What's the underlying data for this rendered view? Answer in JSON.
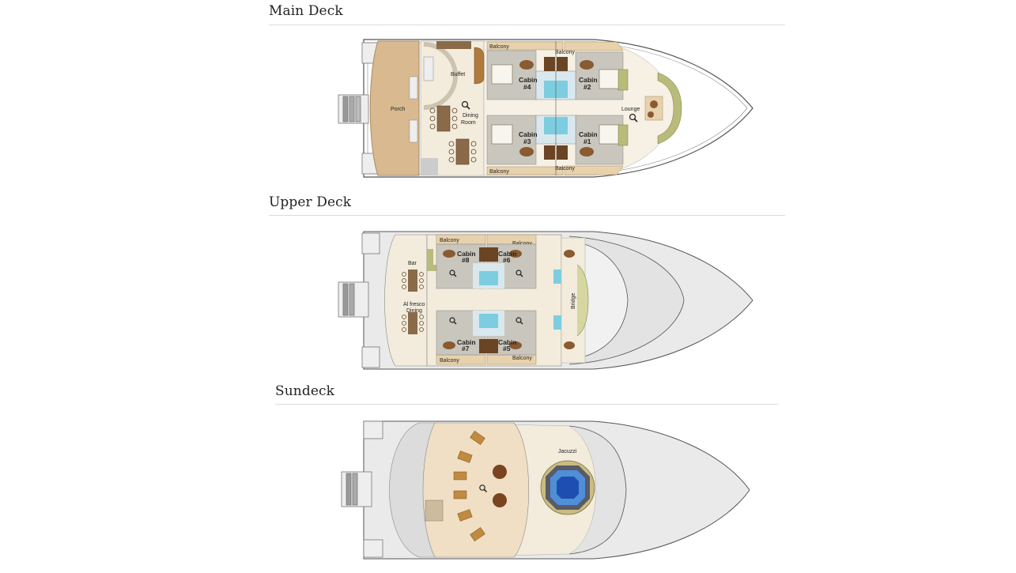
{
  "decks": [
    {
      "title": "Main Deck",
      "areas": {
        "porch": "Porch",
        "buffet": "Buffet",
        "dining_1": "Dining",
        "dining_2": "Room",
        "lounge": "Lounge",
        "balcony": "Balcony",
        "cabin_word": "Cabin",
        "cabin_4": "#4",
        "cabin_2": "#2",
        "cabin_3": "#3",
        "cabin_1": "#1"
      }
    },
    {
      "title": "Upper Deck",
      "areas": {
        "bar": "Bar",
        "alfresco_1": "Al fresco",
        "alfresco_2": "Dining",
        "bridge": "Bridge",
        "balcony": "Balcony",
        "cabin_word": "Cabin",
        "cabin_8": "#8",
        "cabin_6": "#6",
        "cabin_7": "#7",
        "cabin_5": "#5"
      }
    },
    {
      "title": "Sundeck",
      "areas": {
        "jacuzzi": "Jacuzzi"
      }
    }
  ],
  "colors": {
    "deck_wood": "#d9b98f",
    "floor_cream": "#f3ecdc",
    "cabin_gray": "#c9c6bd",
    "balcony_tan": "#e8d2ad",
    "bathroom_blue": "#7ccde0",
    "furniture_brown": "#8a5a30",
    "hull_gray": "#e9e9e9",
    "jacuzzi_blue": "#2f6fc4",
    "accent_olive": "#b9bb7a"
  },
  "icons": [
    "zoom-in-icon"
  ]
}
